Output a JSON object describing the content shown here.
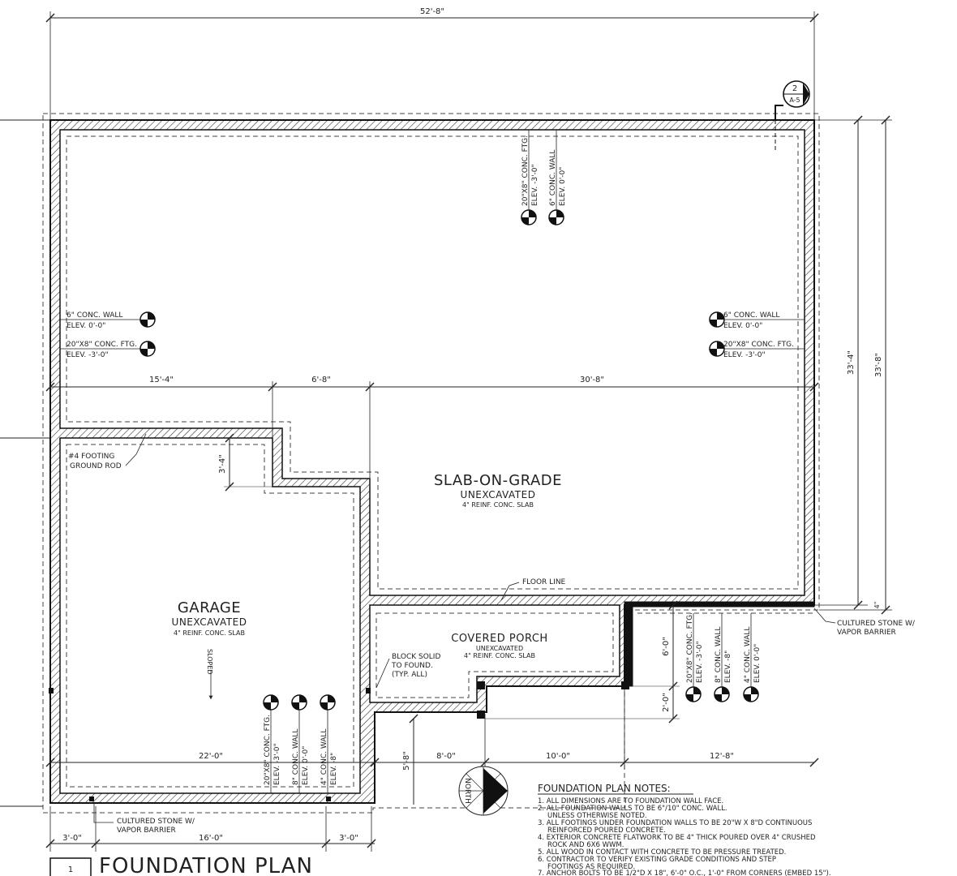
{
  "dimensions": {
    "overall_width": "52'-8\"",
    "overall_depth_inner": "33'-4\"",
    "overall_depth_outer": "33'-8\"",
    "offset_small": "4\"",
    "mid_left": "15'-4\"",
    "mid_center": "6'-8\"",
    "mid_right": "30'-8\"",
    "garage_step": "3'-4\"",
    "bottom_garage": "22'-0\"",
    "bottom_left_jamb": "3'-0\"",
    "bottom_door": "16'-0\"",
    "bottom_right_jamb": "3'-0\"",
    "porch_depth_left": "5'-8\"",
    "porch_seg1": "8'-0\"",
    "porch_seg2": "10'-0\"",
    "porch_seg3": "12'-8\"",
    "porch_right_upper": "6'-0\"",
    "porch_right_lower": "2'-0\""
  },
  "section_marker": {
    "number": "2",
    "sheet": "A-5"
  },
  "rooms": {
    "slab": {
      "name": "SLAB-ON-GRADE",
      "sub": "UNEXCAVATED",
      "note": "4\" REINF. CONC. SLAB"
    },
    "garage": {
      "name": "GARAGE",
      "sub": "UNEXCAVATED",
      "note": "4\" REINF. CONC. SLAB",
      "sloped": "SLOPED"
    },
    "porch": {
      "name": "COVERED PORCH",
      "sub": "UNEXCAVATED",
      "note": "4\" REINF. CONC. SLAB"
    }
  },
  "labels": {
    "top_ftg_1": "20\"X8\" CONC. FTG.",
    "top_ftg_2": "ELEV. -3'-0\"",
    "top_wall_1": "6\" CONC. WALL",
    "top_wall_2": "ELEV. 0'-0\"",
    "left_wall_1": "6\" CONC. WALL",
    "left_wall_2": "ELEV. 0'-0\"",
    "left_ftg_1": "20\"X8\" CONC. FTG.",
    "left_ftg_2": "ELEV. -3'-0\"",
    "right_wall_1": "6\" CONC. WALL",
    "right_wall_2": "ELEV. 0'-0\"",
    "right_ftg_1": "20\"X8\" CONC. FTG.",
    "right_ftg_2": "ELEV. -3'-0\"",
    "ground_rod_1": "#4 FOOTING",
    "ground_rod_2": "GROUND ROD",
    "floor_line": "FLOOR LINE",
    "block_1": "BLOCK SOLID",
    "block_2": "TO FOUND.",
    "block_3": "(TYP. ALL)",
    "stone_right_1": "CULTURED STONE W/",
    "stone_right_2": "VAPOR BARRIER",
    "stone_bottom_1": "CULTURED STONE W/",
    "stone_bottom_2": "VAPOR BARRIER",
    "g_ftg_1": "20\"X8\" CONC. FTG.",
    "g_ftg_2": "ELEV. -3'-0\"",
    "g_wall8_1": "8\" CONC. WALL",
    "g_wall8_2": "ELEV. 0'-0\"",
    "g_wall4_1": "4\" CONC. WALL",
    "g_wall4_2": "ELEV. -8\"",
    "p_ftg_1": "20\"X8\" CONC. FTG.",
    "p_ftg_2": "ELEV. -3'-0\"",
    "p_wall8_1": "8\" CONC. WALL",
    "p_wall8_2": "ELEV. -8\"",
    "p_wall4_1": "4\" CONC. WALL",
    "p_wall4_2": "ELEV. 0'-0\"",
    "north": "NORTH"
  },
  "notes": {
    "heading": "FOUNDATION PLAN NOTES:",
    "items": [
      "1. ALL DIMENSIONS ARE TO FOUNDATION WALL FACE.",
      "2. ALL FOUNDATION WALLS TO BE 6\"/10\" CONC. WALL.",
      "UNLESS OTHERWISE NOTED.",
      "3. ALL FOOTINGS UNDER FOUNDATION WALLS TO BE 20\"W X 8\"D CONTINUOUS",
      "REINFORCED POURED CONCRETE.",
      "4. EXTERIOR CONCRETE FLATWORK TO BE 4\" THICK POURED OVER 4\" CRUSHED",
      "ROCK AND 6X6 WWM.",
      "5. ALL WOOD IN CONTACT WITH CONCRETE TO BE PRESSURE TREATED.",
      "6. CONTRACTOR TO VERIFY EXISTING GRADE CONDITIONS AND STEP",
      "FOOTINGS AS REQUIRED.",
      "7. ANCHOR BOLTS TO BE 1/2\"D X 18\", 6'-0\" O.C., 1'-0\" FROM CORNERS (EMBED 15\")."
    ]
  },
  "title": {
    "number": "1",
    "text": "FOUNDATION PLAN"
  }
}
